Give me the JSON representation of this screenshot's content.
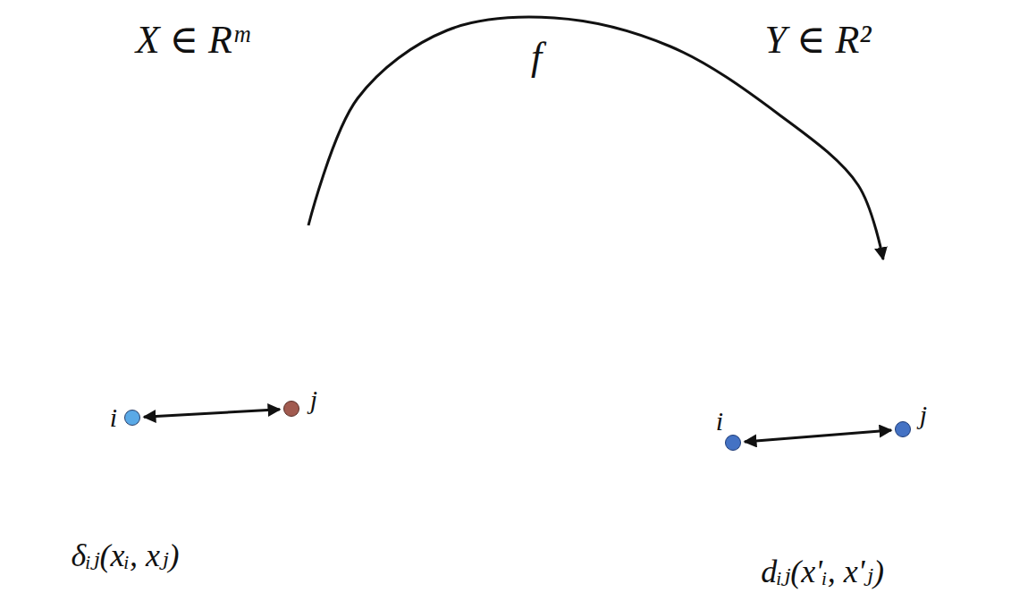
{
  "diagram": {
    "nodes": [
      {
        "text": [
          "X ∈ Rᵐ",
          "δᵢⱼ(xᵢ, xⱼ)"
        ]
      },
      {
        "text": [
          "i"
        ],
        "in": 0
      },
      {
        "text": [
          "j"
        ],
        "in": 0
      },
      {
        "text": [
          "Y ∈ R²",
          "dᵢⱼ(x'ᵢ, x'ⱼ)"
        ]
      },
      {
        "text": [
          "i"
        ],
        "in": 3
      },
      {
        "text": [
          "j"
        ],
        "in": 3
      }
    ],
    "edges": [
      {
        "from": 1,
        "to": 2,
        "arrow": "both"
      },
      {
        "from": 4,
        "to": 5,
        "arrow": "both"
      },
      {
        "from": 0,
        "to": 3,
        "arrow": "to",
        "label": "f"
      }
    ]
  }
}
